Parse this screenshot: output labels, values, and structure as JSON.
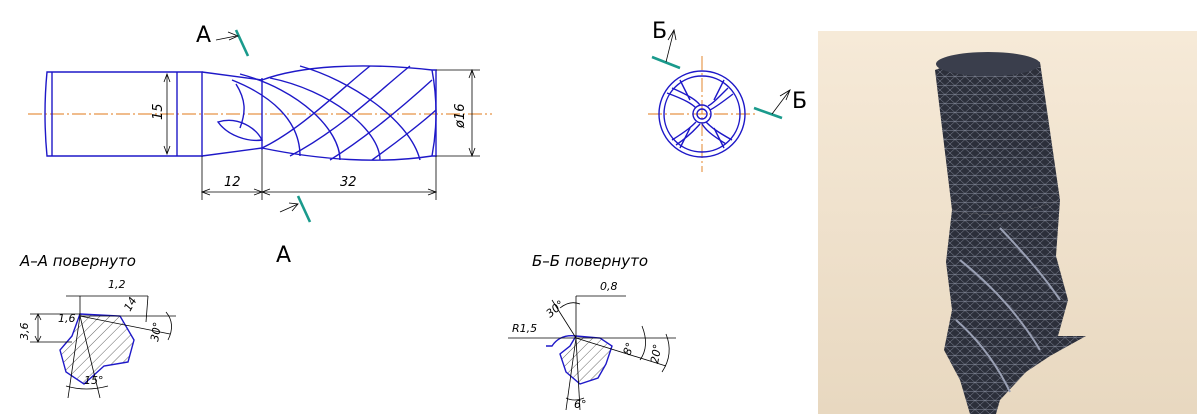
{
  "section_markers": {
    "a": "А",
    "b": "Б"
  },
  "main_view": {
    "dim_shank": "12",
    "dim_flute": "32",
    "dim_neck": "15",
    "dim_diameter": "ø16"
  },
  "section_a": {
    "title": "А–А повернуто",
    "dims": [
      "1,2",
      "1,6",
      "3,6",
      "14",
      "30°",
      "15°"
    ]
  },
  "section_b": {
    "title": "Б–Б повернуто",
    "dims": [
      "0,8",
      "R1,5",
      "30°",
      "8°",
      "20°",
      "6°"
    ]
  },
  "render_3d": {
    "background_top": "#f3e6d4",
    "background_bottom": "#eadbc5",
    "mesh_color": "#2c2f3a"
  },
  "colors": {
    "outline": "#1e18c8",
    "axis": "#e07a18",
    "cut_mark": "#1a9a8c"
  }
}
